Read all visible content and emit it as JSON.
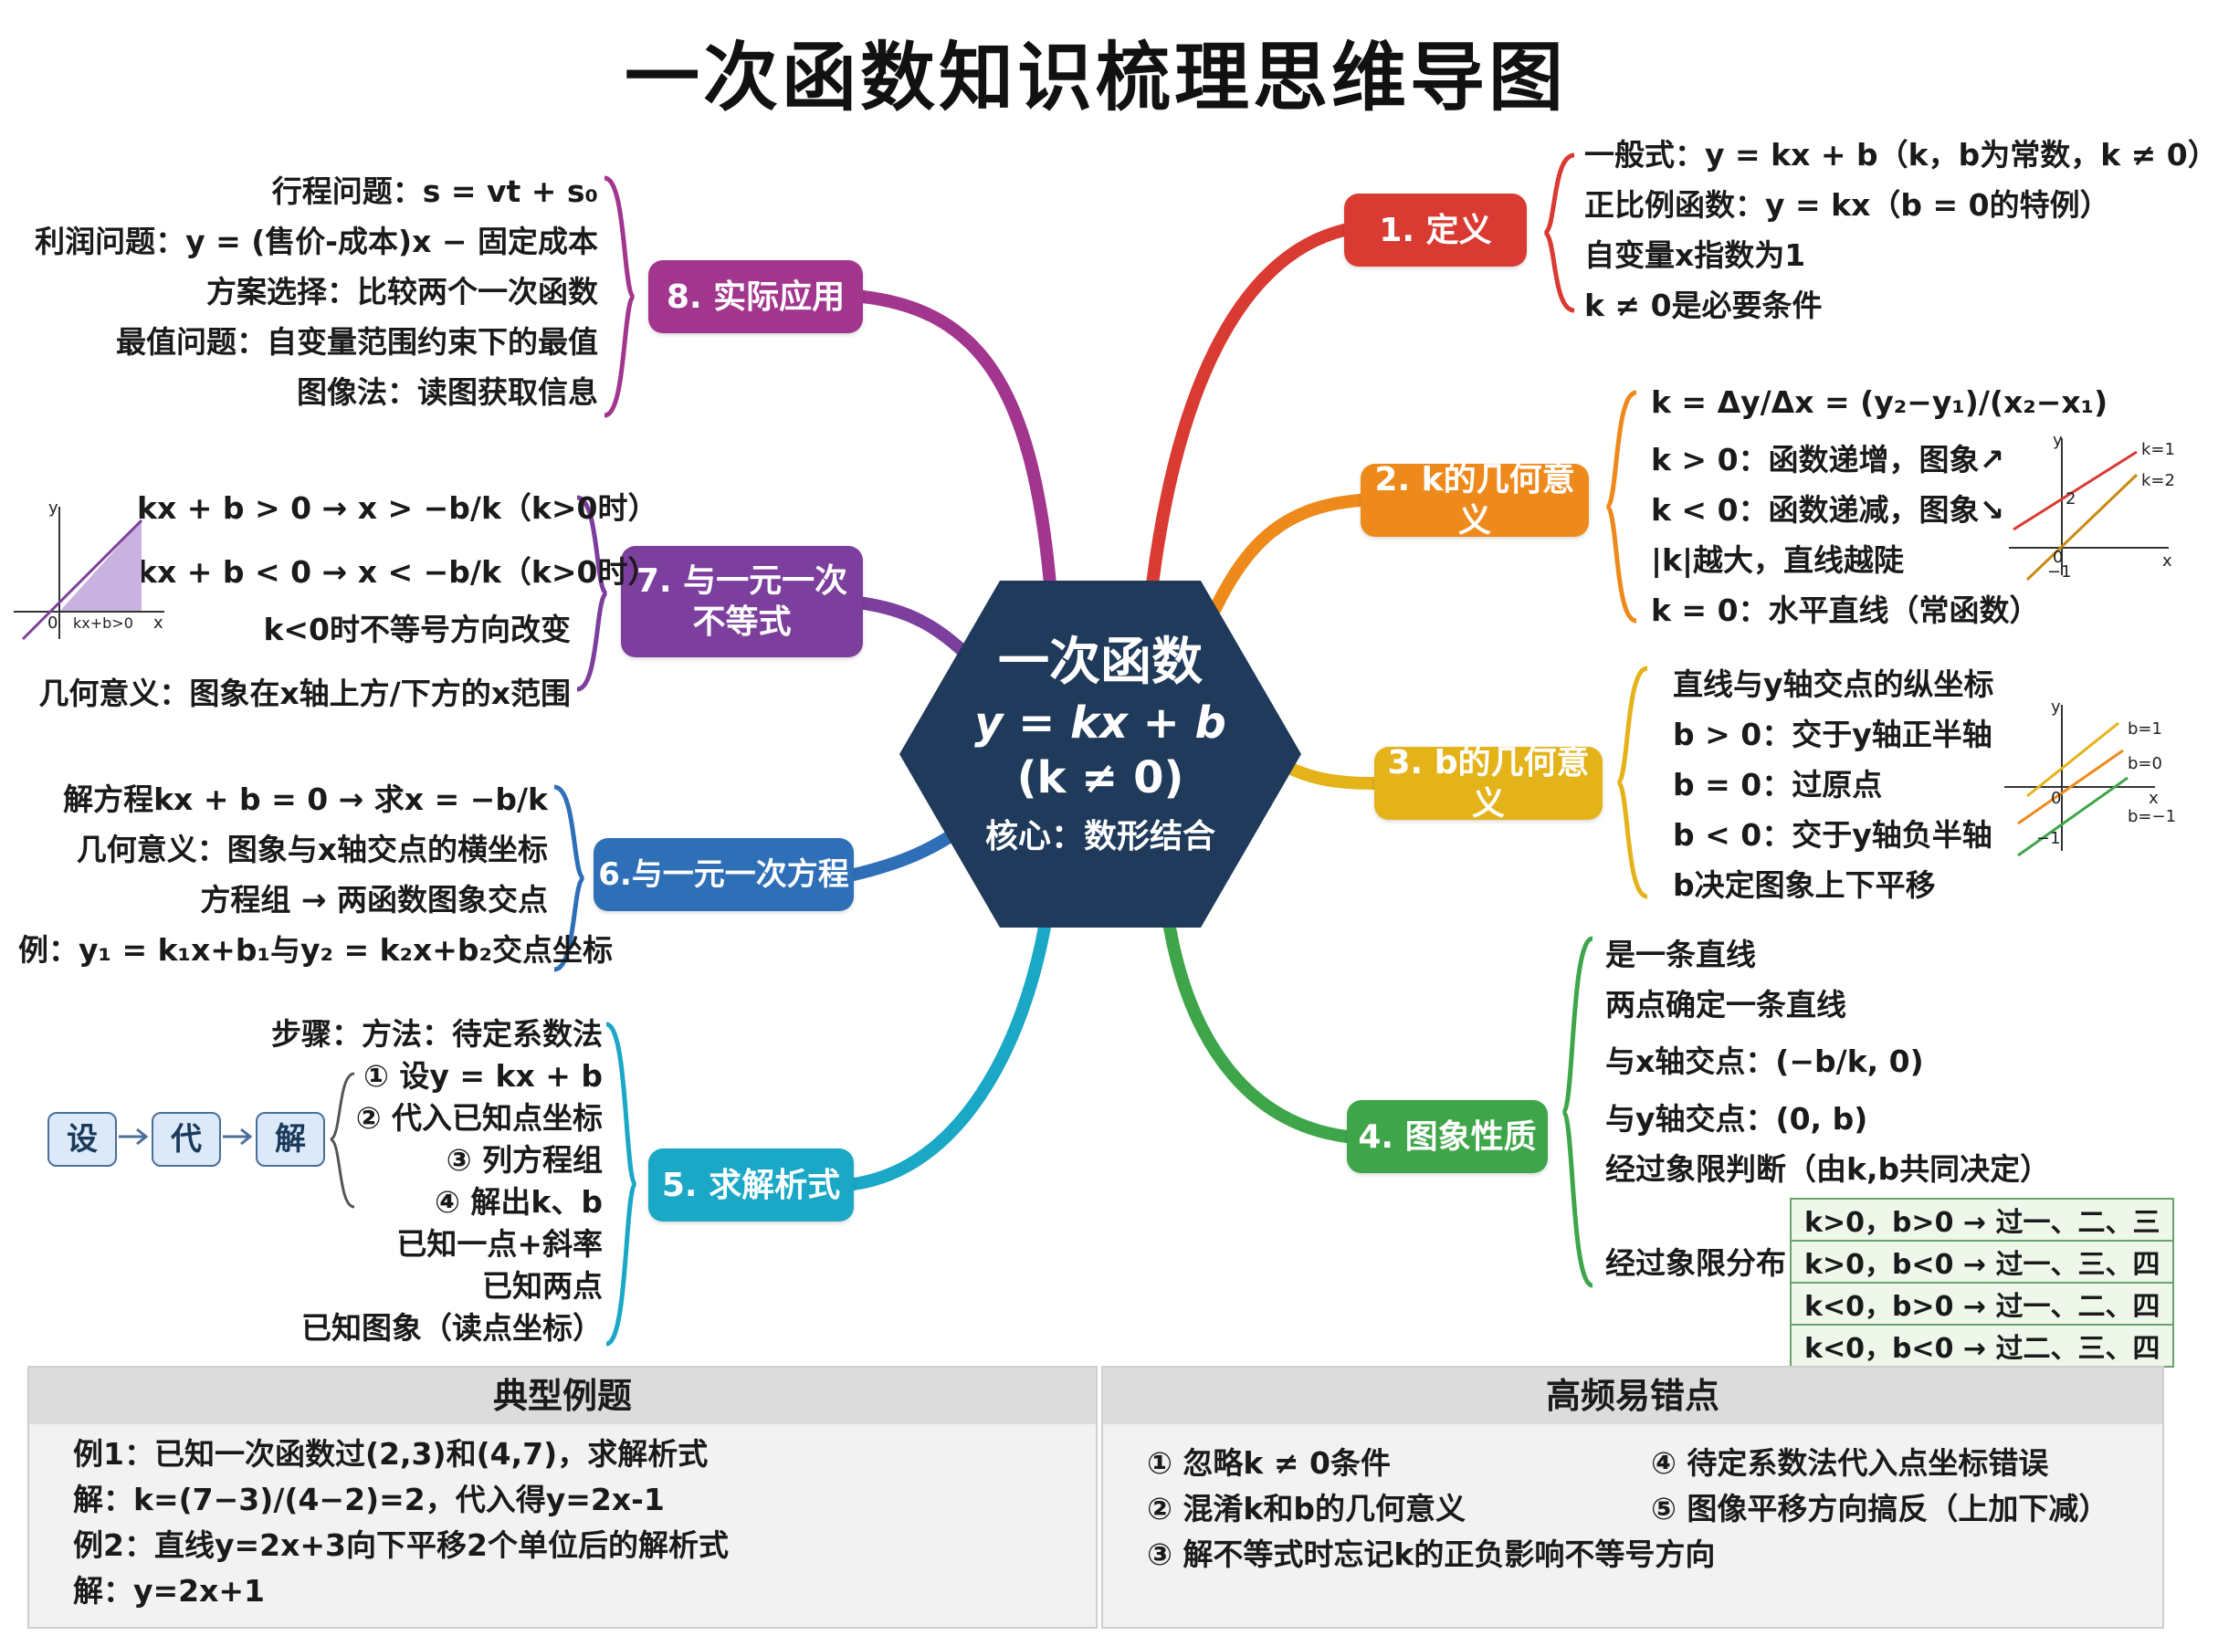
{
  "title": "一次函数知识梳理思维导图",
  "center": {
    "name": "一次函数",
    "formula": "y = kx + b",
    "condition": "(k ≠ 0)",
    "core": "核心：数形结合"
  },
  "branches": {
    "b1": {
      "label": "1. 定义",
      "color": "#d93a32",
      "items": [
        "一般式：y = kx + b（k，b为常数，k ≠ 0）",
        "正比例函数：y = kx（b = 0的特例）",
        "自变量x指数为1",
        "k ≠ 0是必要条件"
      ]
    },
    "b2": {
      "label": "2. k的几何意义",
      "color": "#ee8a1c",
      "items": [
        "k = Δy/Δx = (y₂−y₁)/(x₂−x₁)",
        "k > 0：函数递增，图象↗",
        "k < 0：函数递减，图象↘",
        "|k|越大，直线越陡",
        "k = 0：水平直线（常函数）"
      ],
      "graph_labels": {
        "y": "y",
        "x": "x",
        "origin": "0",
        "l1": "k=1",
        "l2": "k=2",
        "t1": "2",
        "t2": "−1"
      }
    },
    "b3": {
      "label": "3. b的几何意义",
      "color": "#e4b31a",
      "items": [
        "直线与y轴交点的纵坐标",
        "b > 0：交于y轴正半轴",
        "b = 0：过原点",
        "b < 0：交于y轴负半轴",
        "b决定图象上下平移"
      ],
      "graph_labels": {
        "y": "y",
        "x": "x",
        "origin": "0",
        "l1": "b=1",
        "l2": "b=0",
        "l3": "b=−1",
        "t1": "−1"
      }
    },
    "b4": {
      "label": "4. 图象性质",
      "color": "#3fa54a",
      "items": [
        "是一条直线",
        "两点确定一条直线",
        "与x轴交点：(−b/k, 0)",
        "与y轴交点：(0, b)",
        "经过象限判断（由k,b共同决定）",
        "经过象限分布"
      ],
      "quadrants": [
        "k>0，b>0 → 过一、二、三",
        "k>0，b<0 → 过一、三、四",
        "k<0，b>0 → 过一、二、四",
        "k<0，b<0 → 过二、三、四"
      ]
    },
    "b5": {
      "label": "5. 求解析式",
      "color": "#1aa8c6",
      "items": [
        "步骤：方法：待定系数法",
        "① 设y = kx + b",
        "② 代入已知点坐标",
        "③ 列方程组",
        "④ 解出k、b",
        "已知一点+斜率",
        "已知两点",
        "已知图象（读点坐标）"
      ],
      "flow": [
        "设",
        "代",
        "解"
      ]
    },
    "b6": {
      "label": "6.与一元一次方程",
      "color": "#2e6fb7",
      "items": [
        "解方程kx + b = 0 → 求x = −b/k",
        "几何意义：图象与x轴交点的横坐标",
        "方程组 → 两函数图象交点",
        "例：y₁ = k₁x+b₁与y₂ = k₂x+b₂交点坐标"
      ]
    },
    "b7": {
      "label": "7. 与一元一次不等式",
      "color": "#7d3f9e",
      "items": [
        "kx + b > 0 → x > −b/k（k>0时）",
        "kx + b < 0 → x < −b/k（k>0时）",
        "k<0时不等号方向改变",
        "几何意义：图象在x轴上方/下方的x范围"
      ],
      "graph_labels": {
        "y": "y",
        "x": "x",
        "origin": "0",
        "region": "kx+b>0"
      }
    },
    "b8": {
      "label": "8. 实际应用",
      "color": "#a2368f",
      "items": [
        "行程问题：s = vt + s₀",
        "利润问题：y = (售价-成本)x − 固定成本",
        "方案选择：比较两个一次函数",
        "最值问题：自变量范围约束下的最值",
        "图像法：读图获取信息"
      ]
    }
  },
  "bottom": {
    "examples": {
      "title": "典型例题",
      "lines": [
        "例1：已知一次函数过(2,3)和(4,7)，求解析式",
        "解：k=(7−3)/(4−2)=2，代入得y=2x-1",
        "例2：直线y=2x+3向下平移2个单位后的解析式",
        "解：y=2x+1"
      ]
    },
    "mistakes": {
      "title": "高频易错点",
      "left": [
        "① 忽略k ≠ 0条件",
        "② 混淆k和b的几何意义",
        "③ 解不等式时忘记k的正负影响不等号方向"
      ],
      "right": [
        "④ 待定系数法代入点坐标错误",
        "⑤ 图像平移方向搞反（上加下减）"
      ]
    }
  }
}
